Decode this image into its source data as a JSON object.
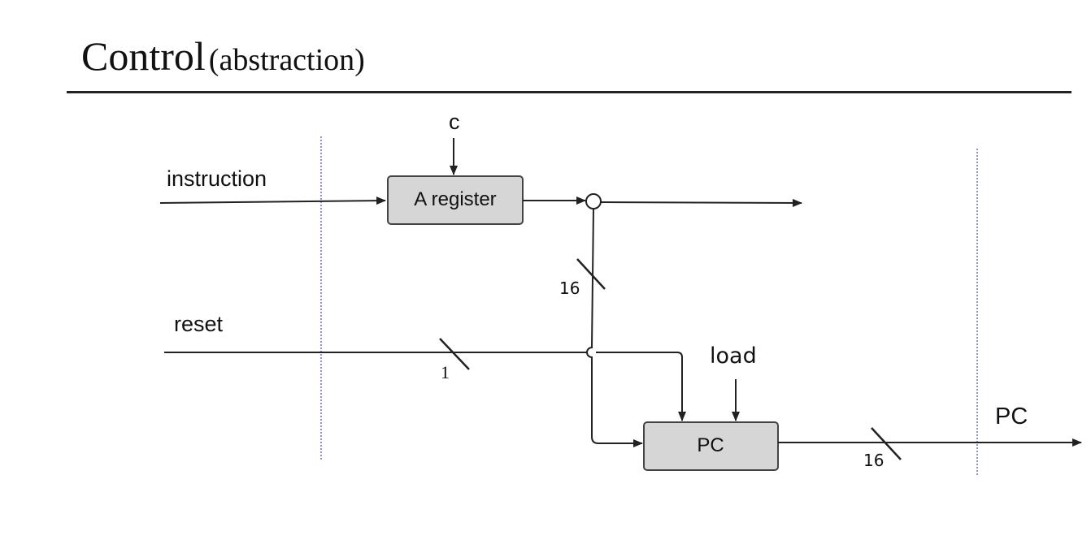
{
  "title": {
    "main": "Control",
    "sub": "(abstraction)"
  },
  "diagram": {
    "inputs": {
      "instruction": "instruction",
      "c": "c",
      "reset": "reset",
      "load": "load"
    },
    "blocks": {
      "a_register": "A register",
      "pc": "PC"
    },
    "outputs": {
      "pc": "PC"
    },
    "bus_widths": {
      "a_to_pc": "16",
      "reset": "1",
      "pc_out": "16"
    },
    "colors": {
      "block_fill": "#d6d6d6",
      "block_stroke": "#444444",
      "wire": "#222222",
      "boundary": "#6b6bd6"
    }
  }
}
